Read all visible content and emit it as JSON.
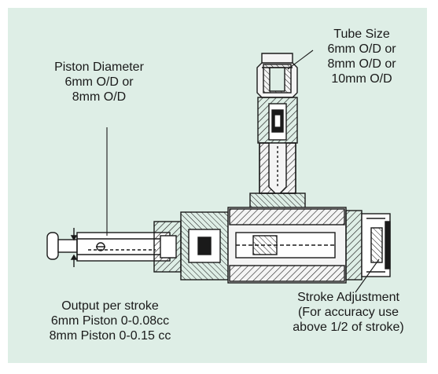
{
  "labels": {
    "tube_size": {
      "title": "Tube Size",
      "lines": [
        "6mm O/D or",
        "8mm O/D or",
        "10mm O/D"
      ]
    },
    "piston_diameter": {
      "title": "Piston Diameter",
      "lines": [
        "6mm O/D or",
        "8mm O/D"
      ]
    },
    "stroke_adjustment": {
      "title": "Stroke Adjustment",
      "lines": [
        "(For accuracy use",
        "above 1/2 of stroke)"
      ]
    },
    "output": {
      "title": "Output per stroke",
      "lines": [
        "6mm Piston 0-0.08cc",
        "8mm Piston 0-0.15 cc"
      ]
    }
  },
  "colors": {
    "panel_background": "#deeee6",
    "line_art": "#1a1a1a"
  }
}
